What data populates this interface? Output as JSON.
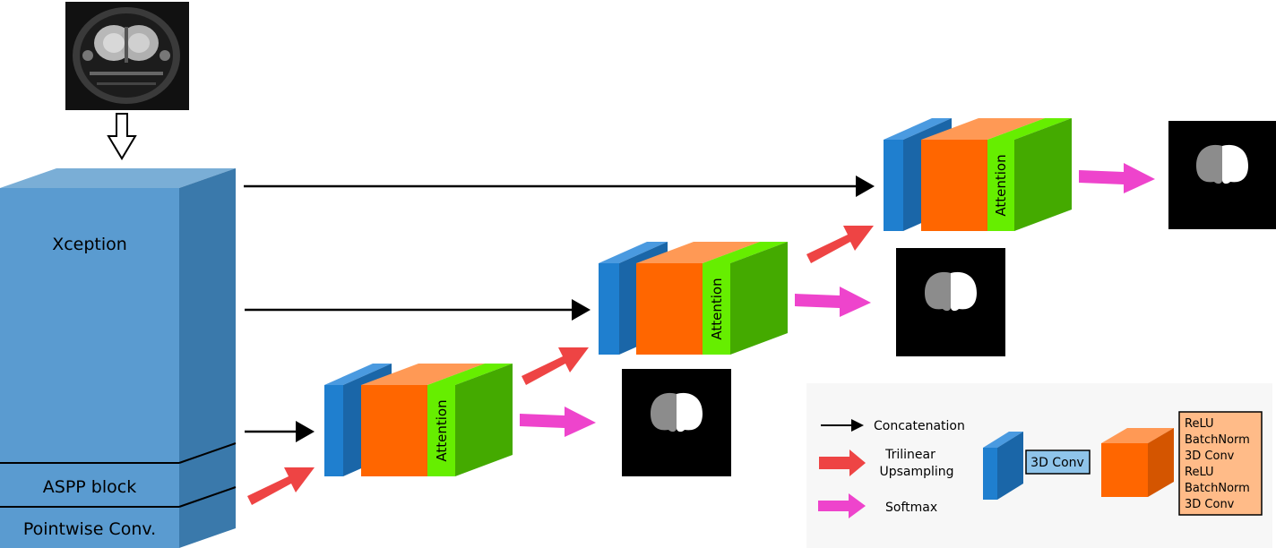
{
  "encoder": {
    "xception_label": "Xception",
    "aspp_label": "ASPP block",
    "pointwise_label": "Pointwise Conv."
  },
  "decoder": {
    "attention_label": "Attention"
  },
  "legend": {
    "concatenation_label": "Concatenation",
    "upsampling_line1": "Trilinear",
    "upsampling_line2": "Upsampling",
    "softmax_label": "Softmax",
    "conv_box_label": "3D Conv",
    "layer_list": [
      "ReLU",
      "BatchNorm",
      "3D Conv",
      "ReLU",
      "BatchNorm",
      "3D Conv"
    ]
  },
  "colors": {
    "encoder_front": "#5a9bd0",
    "encoder_side": "#3a79ab",
    "encoder_top": "#7aaed6",
    "conv_blue": "#1f7fcf",
    "conv_blue_side": "#1a66a8",
    "orange": "#ff6600",
    "orange_top": "#ff9955",
    "green": "#66ee00",
    "green_side": "#44aa00",
    "concat_arrow": "#000000",
    "upsample_arrow": "#ee4444",
    "softmax_arrow": "#ee44cc",
    "legend_bg": "#f7f7f7",
    "legend_layers_bg": "#ffbb88"
  }
}
